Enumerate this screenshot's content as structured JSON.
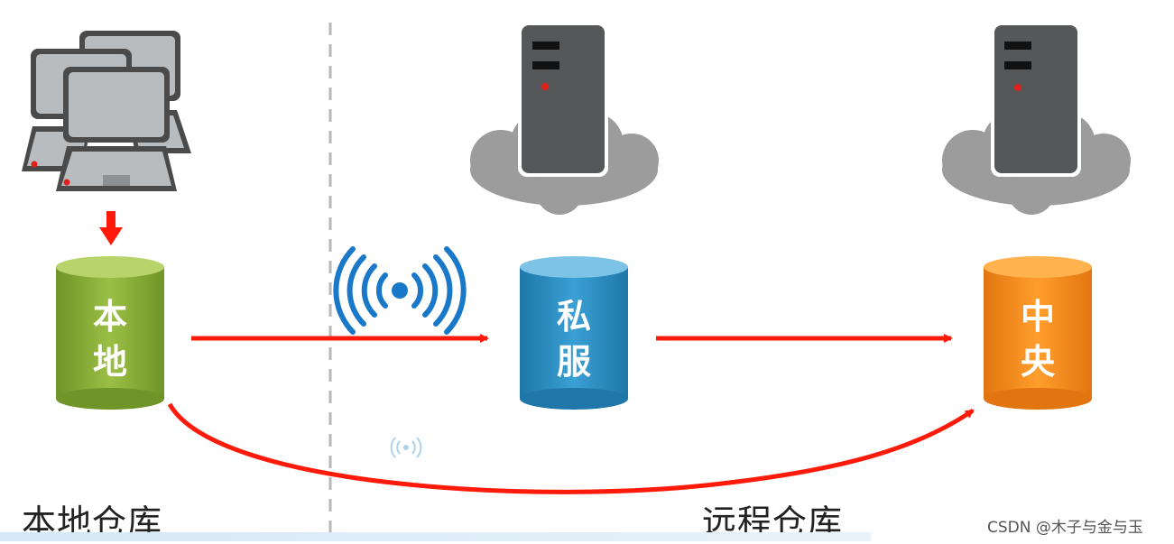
{
  "nodes": {
    "local": {
      "label_line1": "本",
      "label_line2": "地",
      "color_top": "#aacb5a",
      "color_body": "#8aad3a"
    },
    "private": {
      "label_line1": "私",
      "label_line2": "服",
      "color_top": "#7cc3e6",
      "color_body": "#2b8cc0"
    },
    "central": {
      "label_line1": "中",
      "label_line2": "央",
      "color_top": "#ffb24d",
      "color_body": "#f08a1c"
    }
  },
  "regions": {
    "local": "本地仓库",
    "remote": "远程仓库"
  },
  "watermark": "CSDN @木子与金与玉",
  "colors": {
    "arrow": "#ff1a0a",
    "divider": "#b8b8b8",
    "server": "#555759",
    "cloud": "#9c9c9c",
    "signal": "#1a78c8"
  },
  "icons": [
    "computer-group-icon",
    "server-icon",
    "cloud-icon",
    "wireless-signal-icon"
  ]
}
